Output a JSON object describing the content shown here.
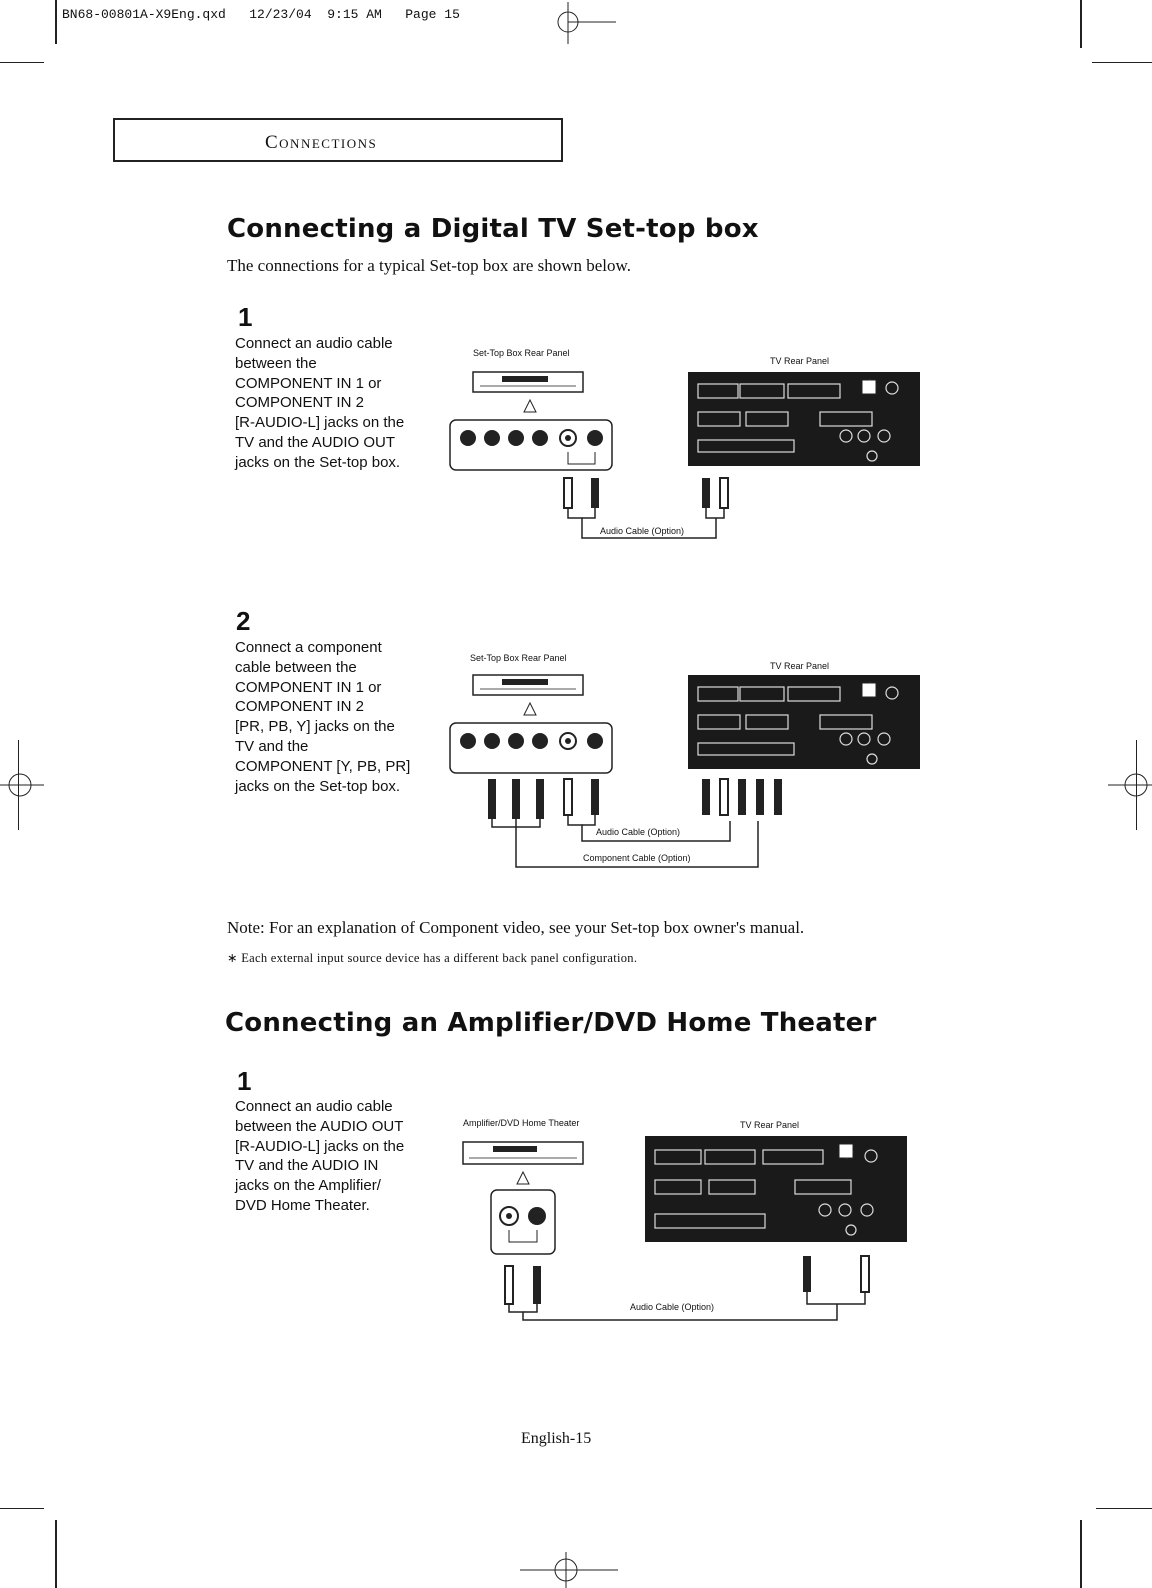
{
  "print_header": "BN68-00801A-X9Eng.qxd   12/23/04  9:15 AM   Page 15",
  "section_label": "Connections",
  "dtv": {
    "title": "Connecting a Digital TV Set-top box",
    "intro": "The connections for a typical Set-top box are shown below.",
    "step1": {
      "number": "1",
      "text": "Connect an audio cable\nbetween the\nCOMPONENT IN 1 or\nCOMPONENT IN 2\n[R-AUDIO-L] jacks on the\nTV and the AUDIO OUT\njacks on the Set-top box.",
      "device_label": "Set-Top Box Rear Panel",
      "tv_label": "TV Rear Panel",
      "cable_label": "Audio Cable (Option)"
    },
    "step2": {
      "number": "2",
      "text": "Connect a component\ncable between the\nCOMPONENT IN 1 or\nCOMPONENT IN 2\n[PR, PB, Y] jacks on the\nTV and the\nCOMPONENT [Y, PB, PR]\njacks on the Set-top box.",
      "device_label": "Set-Top Box Rear Panel",
      "tv_label": "TV Rear Panel",
      "cable_label_1": "Audio Cable (Option)",
      "cable_label_2": "Component Cable (Option)"
    }
  },
  "note": "Note: For an explanation of Component video, see your Set-top box owner's manual.",
  "bullet": "∗  Each external input source device has a different back panel configuration.",
  "amp": {
    "title": "Connecting an Amplifier/DVD Home Theater",
    "step1": {
      "number": "1",
      "text": "Connect an audio cable\nbetween the AUDIO OUT\n[R-AUDIO-L] jacks on the\nTV and the AUDIO IN\njacks on the Amplifier/\nDVD Home Theater.",
      "device_label": "Amplifier/DVD Home Theater",
      "tv_label": "TV Rear Panel",
      "cable_label": "Audio Cable (Option)"
    }
  },
  "footer": "English-15"
}
